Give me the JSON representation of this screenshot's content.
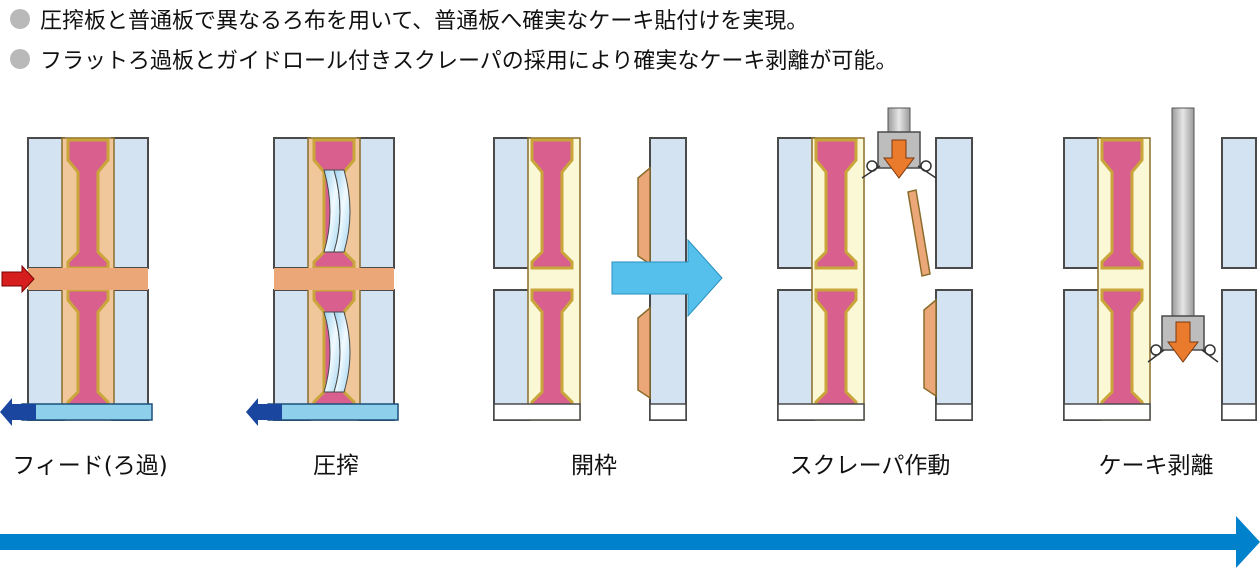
{
  "bullets": [
    "圧搾板と普通板で異なるろ布を用いて、普通板へ確実なケーキ貼付けを実現。",
    "フラットろ過板とガイドロール付きスクレーパの採用により確実なケーキ剥離が可能。"
  ],
  "steps": [
    {
      "label": "フィード(ろ過)"
    },
    {
      "label": "圧搾"
    },
    {
      "label": "開枠"
    },
    {
      "label": "スクレーパ作動"
    },
    {
      "label": "ケーキ剥離"
    }
  ],
  "colors": {
    "plate": "#d3e3f1",
    "plate_edge": "#4a4a4a",
    "cake": "#d85f8e",
    "cloth": "#f0c79a",
    "feed": "#eba777",
    "frame_yellow": "#fbf8d6",
    "discharge": "#8ed0ec",
    "arrow_blue": "#0081cc",
    "open_arrow": "#55c0eb",
    "scraper": "#b4b4b4",
    "scraper_arrow": "#ea7a2c",
    "feed_in_arrow": "#d61e1e",
    "out_arrow": "#1b46a0"
  },
  "icons": [
    "bullet-dot-icon",
    "feed-in-arrow-icon",
    "discharge-arrow-icon",
    "open-arrow-icon",
    "scraper-down-arrow-icon",
    "process-flow-arrow-icon"
  ]
}
